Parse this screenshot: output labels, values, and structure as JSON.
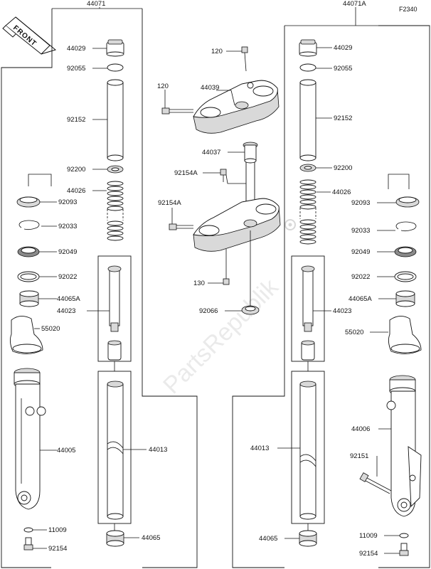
{
  "figure_code": "F2340",
  "front_badge": "FRONT",
  "watermark": "PartsRepublik",
  "labels": {
    "l_44071": "44071",
    "r_44071A": "44071A",
    "l_44029": "44029",
    "r_44029": "44029",
    "l_92055": "92055",
    "r_92055": "92055",
    "l_92152": "92152",
    "r_92152": "92152",
    "l_92200": "92200",
    "r_92200": "92200",
    "l_44026": "44026",
    "r_44026": "44026",
    "l_92093": "92093",
    "r_92093": "92093",
    "l_92033": "92033",
    "r_92033": "92033",
    "l_92049": "92049",
    "r_92049": "92049",
    "l_92022": "92022",
    "r_92022": "92022",
    "l_44065A": "44065A",
    "r_44065A": "44065A",
    "l_44023": "44023",
    "r_44023": "44023",
    "l_55020": "55020",
    "r_55020": "55020",
    "l_44005": "44005",
    "r_44006": "44006",
    "l_44013": "44013",
    "r_44013": "44013",
    "r_92151": "92151",
    "l_11009": "11009",
    "r_11009": "11009",
    "l_92154": "92154",
    "r_92154": "92154",
    "l_44065": "44065",
    "r_44065": "44065",
    "c_120_top": "120",
    "c_120_left": "120",
    "c_44039": "44039",
    "c_44037": "44037",
    "c_92154A_top": "92154A",
    "c_92154A_left": "92154A",
    "c_130": "130",
    "c_92066": "92066"
  }
}
